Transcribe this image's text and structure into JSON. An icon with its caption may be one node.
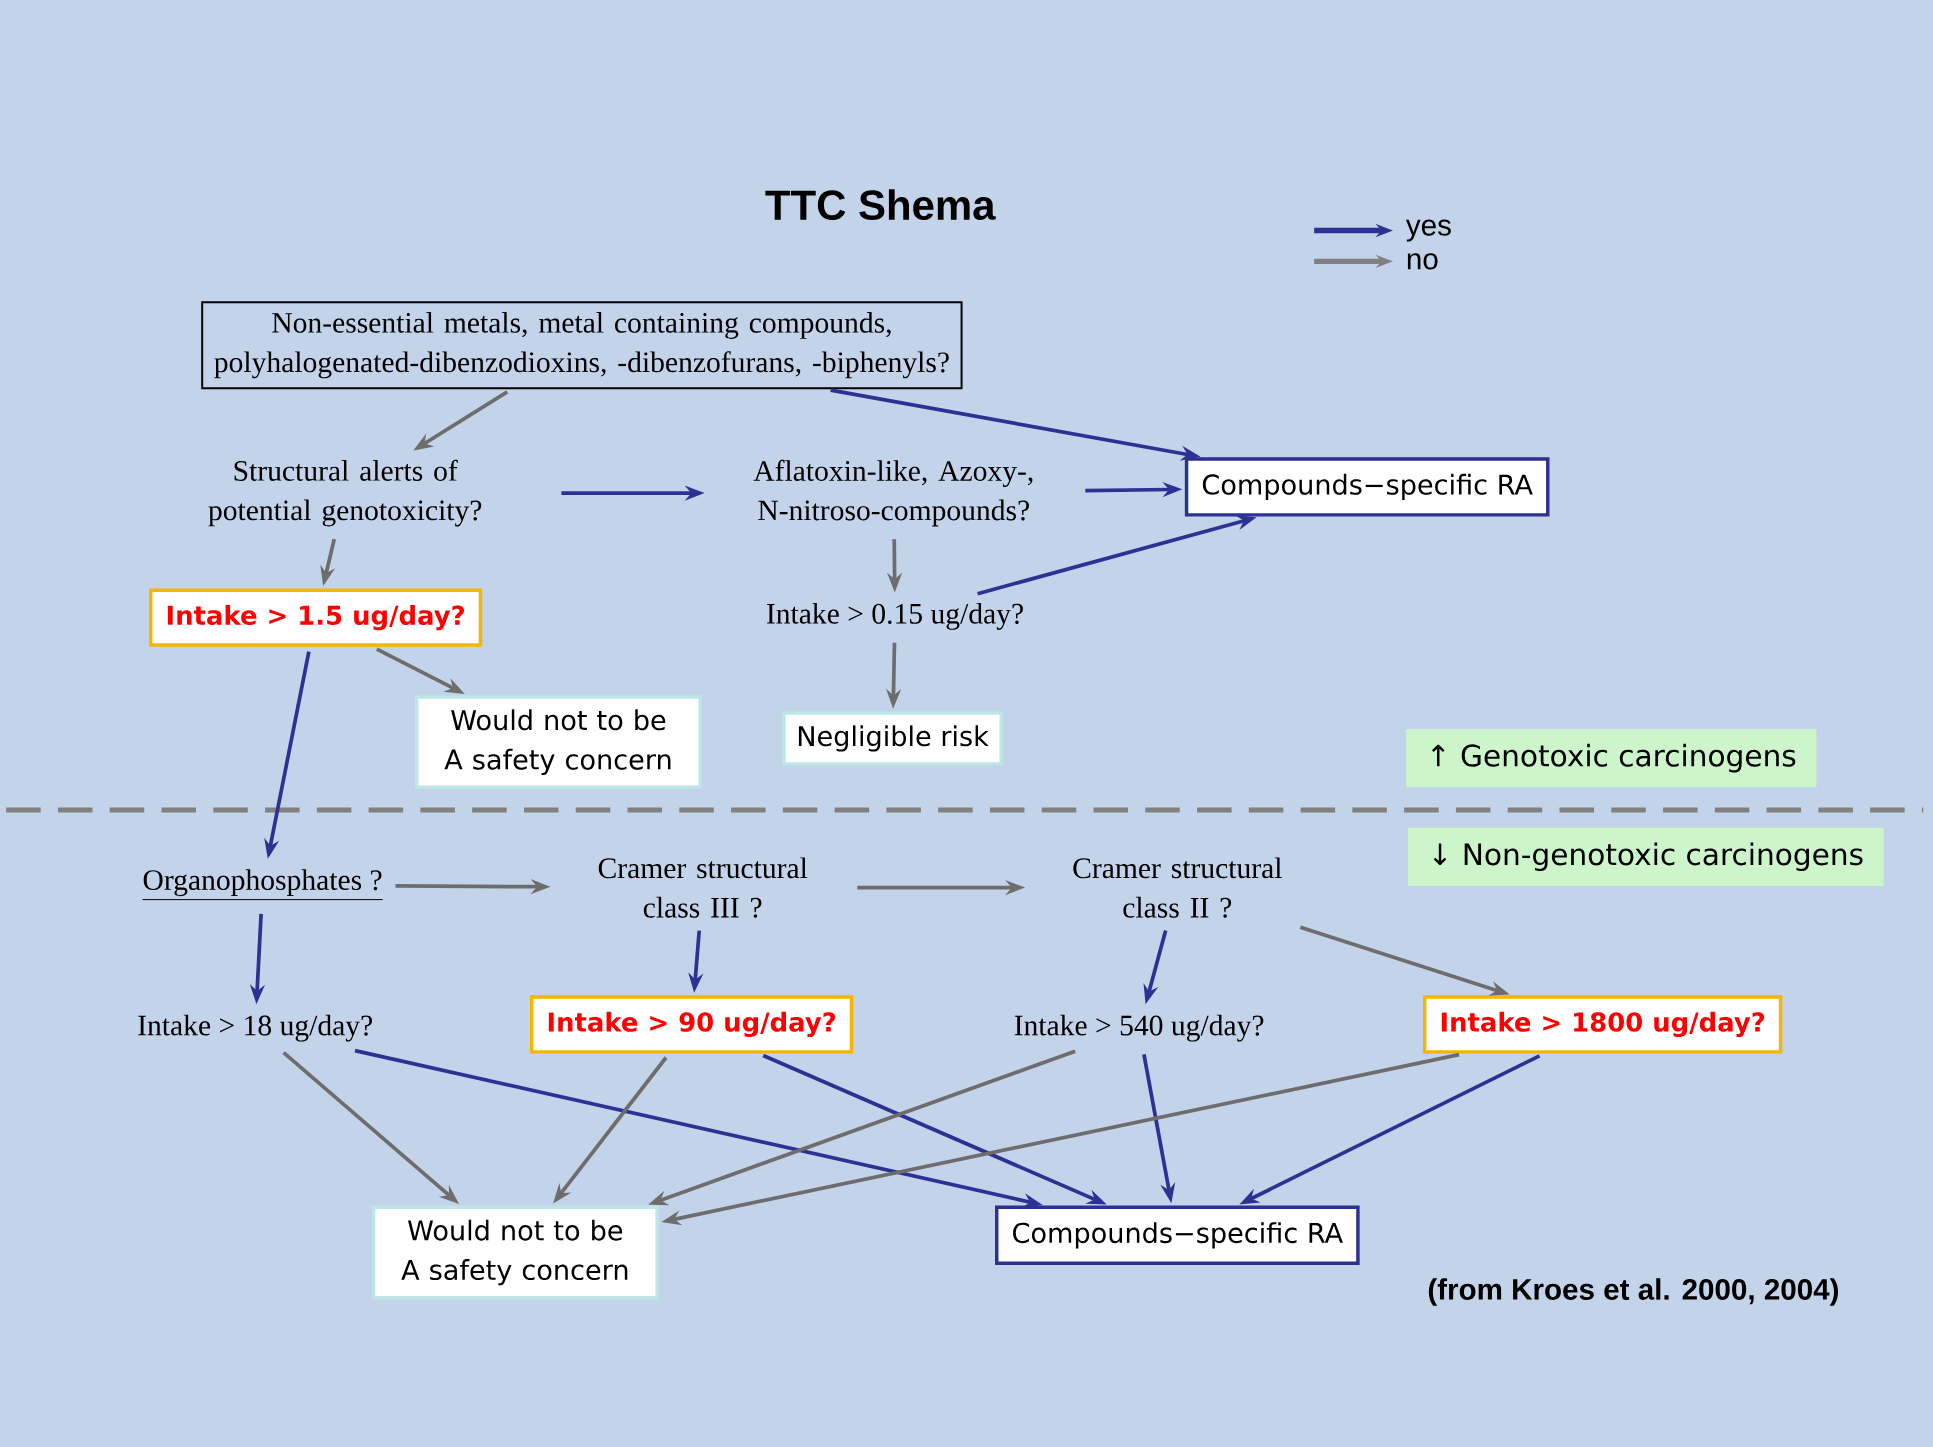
{
  "diagram": {
    "title": "TTC Shema",
    "nodes": [
      {
        "text": [
          "Non-essential metals, metal containing compounds, polyhalogenated-dibenzodioxins, -dibenzofurans, -biphenyls?"
        ]
      },
      {
        "text": [
          "Structural alerts of potential genotoxicity?"
        ]
      },
      {
        "text": [
          "Aflatoxin-like, Azoxy-, N-nitroso-compounds?"
        ]
      },
      {
        "text": [
          "Compounds−specific RA"
        ]
      },
      {
        "text": [
          "Intake >  1.5 ug/day?"
        ]
      },
      {
        "text": [
          "Intake >  0.15 ug/day?"
        ]
      },
      {
        "text": [
          "Would not to be A safety concern"
        ]
      },
      {
        "text": [
          "Negligible risk"
        ]
      },
      {
        "text": [
          "Organophosphates ?"
        ]
      },
      {
        "text": [
          "Cramer structural class III ?"
        ]
      },
      {
        "text": [
          "Cramer structural class II ?"
        ]
      },
      {
        "text": [
          "Intake >  18 ug/day?"
        ]
      },
      {
        "text": [
          "Intake >  90 ug/day?"
        ]
      },
      {
        "text": [
          "Intake >  540 ug/day?"
        ]
      },
      {
        "text": [
          "Intake >  1800 ug/day?"
        ]
      },
      {
        "text": [
          "Would not to be A safety concern"
        ]
      },
      {
        "text": [
          "Compounds−specific RA"
        ]
      }
    ],
    "edges": [
      {
        "from": 0,
        "to": 3,
        "arrow": "to",
        "color": "#2e3192"
      },
      {
        "from": 0,
        "to": 1,
        "arrow": "to",
        "color": "#6d6d6d"
      },
      {
        "from": 1,
        "to": 2,
        "arrow": "to",
        "color": "#2e3192"
      },
      {
        "from": 2,
        "to": 3,
        "arrow": "to",
        "color": "#2e3192"
      },
      {
        "from": 2,
        "to": 5,
        "arrow": "to",
        "color": "#6d6d6d"
      },
      {
        "from": 5,
        "to": 3,
        "arrow": "to",
        "color": "#2e3192"
      },
      {
        "from": 5,
        "to": 7,
        "arrow": "to",
        "color": "#6d6d6d"
      },
      {
        "from": 1,
        "to": 4,
        "arrow": "to",
        "color": "#6d6d6d"
      },
      {
        "from": 4,
        "to": 6,
        "arrow": "to",
        "color": "#6d6d6d"
      },
      {
        "from": 4,
        "to": 8,
        "arrow": "to",
        "color": "#2e3192"
      },
      {
        "from": 8,
        "to": 9,
        "arrow": "to",
        "color": "#6d6d6d"
      },
      {
        "from": 9,
        "to": 10,
        "arrow": "to",
        "color": "#6d6d6d"
      },
      {
        "from": 10,
        "to": 14,
        "arrow": "to",
        "color": "#6d6d6d"
      },
      {
        "from": 8,
        "to": 11,
        "arrow": "to",
        "color": "#2e3192"
      },
      {
        "from": 9,
        "to": 12,
        "arrow": "to",
        "color": "#2e3192"
      },
      {
        "from": 10,
        "to": 13,
        "arrow": "to",
        "color": "#2e3192"
      },
      {
        "from": 11,
        "to": 15,
        "arrow": "to",
        "color": "#6d6d6d"
      },
      {
        "from": 11,
        "to": 16,
        "arrow": "to",
        "color": "#2e3192"
      },
      {
        "from": 12,
        "to": 15,
        "arrow": "to",
        "color": "#6d6d6d"
      },
      {
        "from": 12,
        "to": 16,
        "arrow": "to",
        "color": "#2e3192"
      },
      {
        "from": 13,
        "to": 15,
        "arrow": "to",
        "color": "#6d6d6d"
      },
      {
        "from": 13,
        "to": 16,
        "arrow": "to",
        "color": "#2e3192"
      },
      {
        "from": 14,
        "to": 15,
        "arrow": "to",
        "color": "#6d6d6d"
      },
      {
        "from": 14,
        "to": 16,
        "arrow": "to",
        "color": "#2e3192"
      }
    ],
    "labels": [
      "↑ Genotoxic carcinogens",
      "↓ Non-genotoxic carcinogens",
      "(from Kroes et al. 2000, 2004)"
    ],
    "legend": [
      {
        "text": "yes"
      },
      {
        "text": "no"
      }
    ]
  }
}
